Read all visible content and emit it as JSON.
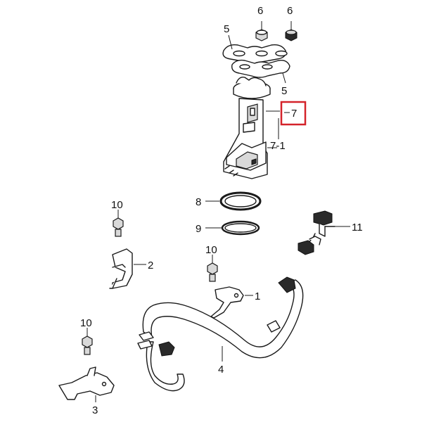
{
  "highlight_color": "#d4232a",
  "callouts": {
    "c6a": "6",
    "c6b": "6",
    "c5a": "5",
    "c5b": "5",
    "c7": "7",
    "c71": "7-1",
    "c8": "8",
    "c9": "9",
    "c10a": "10",
    "c10b": "10",
    "c10c": "10",
    "c11": "11",
    "c2": "2",
    "c1": "1",
    "c4": "4",
    "c3": "3"
  }
}
